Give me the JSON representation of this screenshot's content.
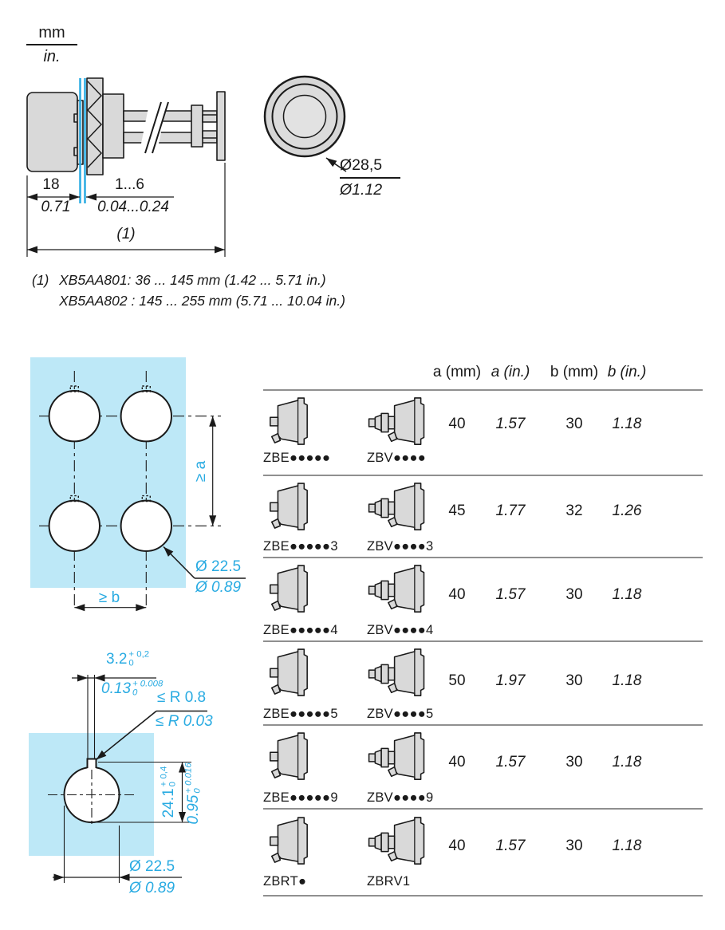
{
  "colors": {
    "accent": "#29abe2",
    "panel_fill": "#bde8f7",
    "drawing_gray": "#d9d9d9",
    "separator": "#8f8f8f"
  },
  "units": {
    "mm": "mm",
    "in": "in."
  },
  "side_view": {
    "dim_mm_head": "18",
    "dim_in_head": "0.71",
    "dim_mm_clamp": "1...6",
    "dim_in_clamp": "0.04...0.24",
    "dim_total_ref": "(1)"
  },
  "front_view": {
    "dia_mm": "Ø28,5",
    "dia_in": "Ø1.12"
  },
  "note": {
    "ref": "(1)",
    "line1": "XB5AA801: 36 ... 145 mm (1.42 ... 5.71 in.)",
    "line2": "XB5AA802 : 145 ... 255 mm (5.71 ... 10.04 in.)"
  },
  "cutout_multi": {
    "spacing_v": "≥ a",
    "spacing_h": "≥ b",
    "dia_mm": "Ø 22.5",
    "dia_in": "Ø 0.89"
  },
  "cutout_single": {
    "slot_mm": {
      "base": "3.2",
      "sup": "+ 0,2",
      "sub": "0"
    },
    "slot_in": {
      "base": "0.13",
      "sup": "+ 0.008",
      "sub": "0"
    },
    "radius_mm": "≤ R 0.8",
    "radius_in": "≤ R 0.03",
    "height_mm": {
      "base": "24.1",
      "sup": "+ 0,4",
      "sub": "0"
    },
    "height_in": {
      "base": "0.95",
      "sup": "+ 0.016",
      "sub": "0"
    },
    "dia_mm": "Ø 22.5",
    "dia_in": "Ø 0.89"
  },
  "table": {
    "headers": [
      "a (mm)",
      "a (in.)",
      "b (mm)",
      "b (in.)"
    ],
    "rows": [
      {
        "left": "ZBE●●●●●",
        "right": "ZBV●●●●",
        "a_mm": "40",
        "a_in": "1.57",
        "b_mm": "30",
        "b_in": "1.18"
      },
      {
        "left": "ZBE●●●●●3",
        "right": "ZBV●●●●3",
        "a_mm": "45",
        "a_in": "1.77",
        "b_mm": "32",
        "b_in": "1.26"
      },
      {
        "left": "ZBE●●●●●4",
        "right": "ZBV●●●●4",
        "a_mm": "40",
        "a_in": "1.57",
        "b_mm": "30",
        "b_in": "1.18"
      },
      {
        "left": "ZBE●●●●●5",
        "right": "ZBV●●●●5",
        "a_mm": "50",
        "a_in": "1.97",
        "b_mm": "30",
        "b_in": "1.18"
      },
      {
        "left": "ZBE●●●●●9",
        "right": "ZBV●●●●9",
        "a_mm": "40",
        "a_in": "1.57",
        "b_mm": "30",
        "b_in": "1.18"
      },
      {
        "left": "ZBRT●",
        "right": "ZBRV1",
        "a_mm": "40",
        "a_in": "1.57",
        "b_mm": "30",
        "b_in": "1.18"
      }
    ]
  }
}
